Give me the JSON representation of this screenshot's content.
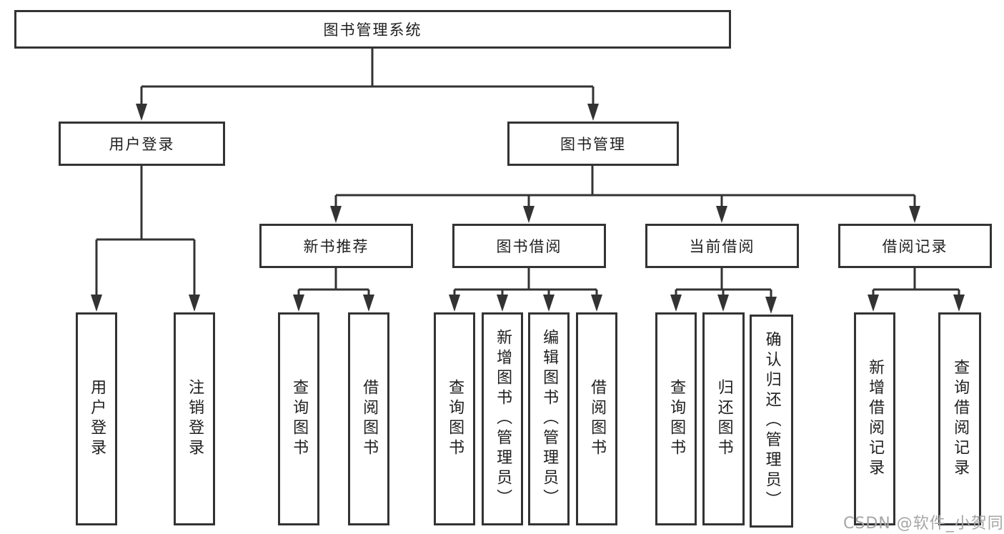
{
  "tree": {
    "label": "图书管理系统",
    "children": [
      {
        "label": "用户登录",
        "children": [
          {
            "label": "用户登录"
          },
          {
            "label": "注销登录"
          }
        ]
      },
      {
        "label": "图书管理",
        "children": [
          {
            "label": "新书推荐",
            "children": [
              {
                "label": "查询图书"
              },
              {
                "label": "借阅图书"
              }
            ]
          },
          {
            "label": "图书借阅",
            "children": [
              {
                "label": "查询图书"
              },
              {
                "label": "新增图书（管理员）"
              },
              {
                "label": "编辑图书（管理员）"
              },
              {
                "label": "借阅图书"
              }
            ]
          },
          {
            "label": "当前借阅",
            "children": [
              {
                "label": "查询图书"
              },
              {
                "label": "归还图书"
              },
              {
                "label": "确认归还（管理员）"
              }
            ]
          },
          {
            "label": "借阅记录",
            "children": [
              {
                "label": "新增借阅记录"
              },
              {
                "label": "查询借阅记录"
              }
            ]
          }
        ]
      }
    ]
  },
  "watermark": "CSDN @软件_小贺同学",
  "colors": {
    "line": "#333333",
    "border": "#333333",
    "text": "#1f1f1f",
    "watermark": "#a6a6a6",
    "background": "#ffffff"
  }
}
